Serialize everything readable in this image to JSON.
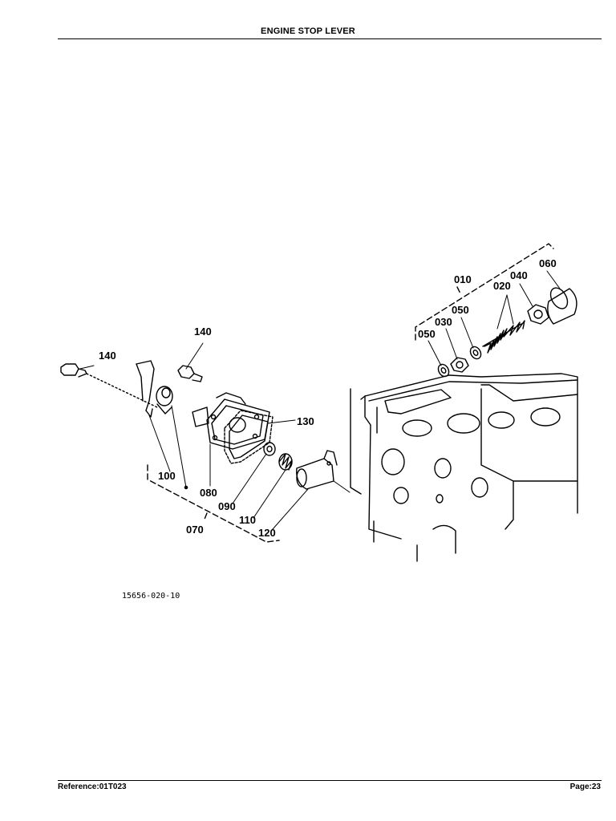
{
  "header": {
    "title": "ENGINE STOP LEVER"
  },
  "footer": {
    "reference": "Reference:01T023",
    "page": "Page:23"
  },
  "diagram": {
    "drawing_number": "15656-020-10",
    "callouts": [
      "010",
      "020",
      "030",
      "040",
      "050",
      "050",
      "060",
      "070",
      "080",
      "090",
      "100",
      "110",
      "120",
      "130",
      "140",
      "140"
    ]
  }
}
